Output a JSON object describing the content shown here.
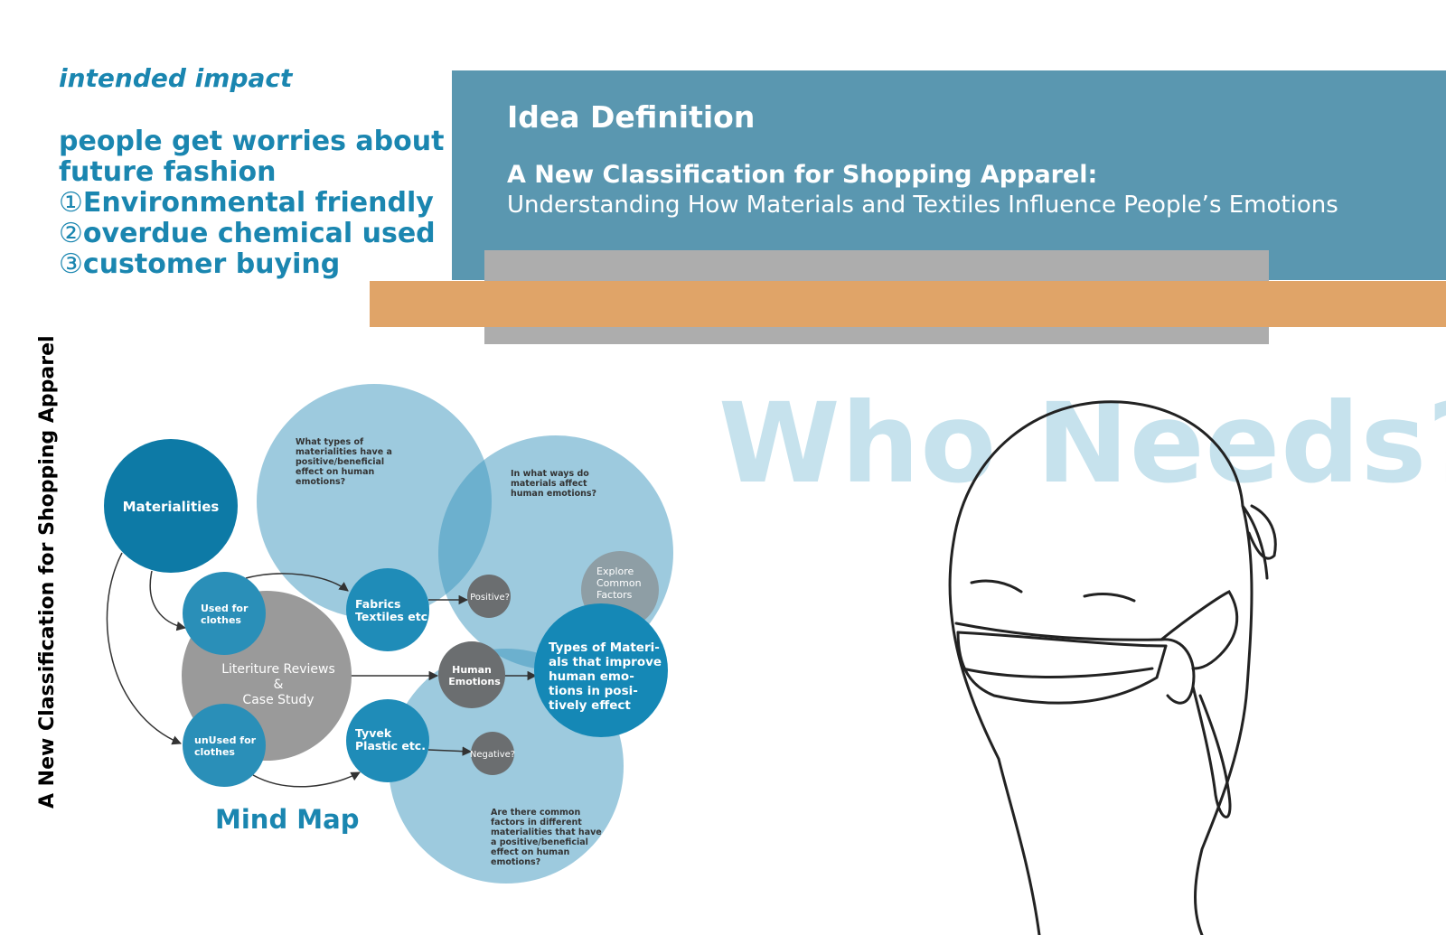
{
  "impact": {
    "heading": "intended impact",
    "lines": [
      "people get worries about",
      "future fashion"
    ],
    "items": [
      {
        "num": "①",
        "text": "Environmental friendly"
      },
      {
        "num": "②",
        "text": "overdue chemical used"
      },
      {
        "num": "③",
        "text": "customer buying"
      }
    ]
  },
  "idea": {
    "title": "Idea Definition",
    "subtitle_bold": "A New Classification for Shopping Apparel:",
    "subtitle": "Understanding How Materials and Textiles Influence People’s Emotions"
  },
  "who_needs": "Who Needs?",
  "vertical_title": "A New Classification for Shopping Apparel",
  "mindmap": {
    "label": "Mind Map",
    "q1": [
      "What types of",
      "materialities have a",
      "positive/beneficial",
      "effect on human",
      "emotions?"
    ],
    "q2": [
      "In what ways do",
      "materials affect",
      "human emotions?"
    ],
    "q3": [
      "Are there common",
      "factors in different",
      "materialities that have",
      "a positive/beneficial",
      "effect on human",
      "emotions?"
    ],
    "materialities": "Materialities",
    "used": [
      "Used for",
      "clothes"
    ],
    "unused": [
      "unUsed for",
      "clothes"
    ],
    "literature": [
      "Literiture Reviews",
      "&",
      "Case Study"
    ],
    "fabrics": [
      "Fabrics",
      "Textiles etc."
    ],
    "tyvek": [
      "Tyvek",
      "Plastic etc."
    ],
    "human": [
      "Human",
      "Emotions"
    ],
    "positive": "Positive?",
    "negative": "Negative?",
    "explore": [
      "Explore",
      "Common",
      "Factors"
    ],
    "types": [
      "Types of Materi-",
      "als that improve",
      "human emo-",
      "tions in posi-",
      "tively effect"
    ]
  },
  "colors": {
    "accent": "#1a86b0",
    "panel": "#5a97b0",
    "orange": "#e0a468",
    "gray": "#adadad"
  }
}
